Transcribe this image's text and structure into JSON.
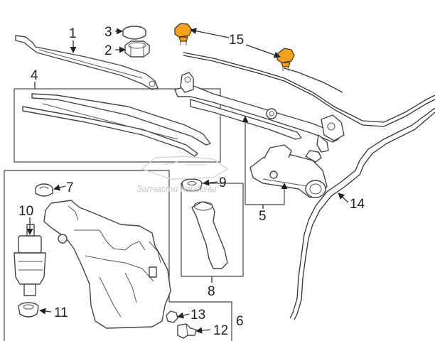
{
  "callouts": {
    "c1": "1",
    "c2": "2",
    "c3": "3",
    "c4": "4",
    "c5": "5",
    "c6": "6",
    "c7": "7",
    "c8": "8",
    "c9": "9",
    "c10": "10",
    "c11": "11",
    "c12": "12",
    "c13": "13",
    "c14": "14",
    "c15": "15"
  },
  "watermark": {
    "text": "Запчасти найдены"
  },
  "colors": {
    "highlight": "#f3a21a",
    "line": "#333333"
  }
}
